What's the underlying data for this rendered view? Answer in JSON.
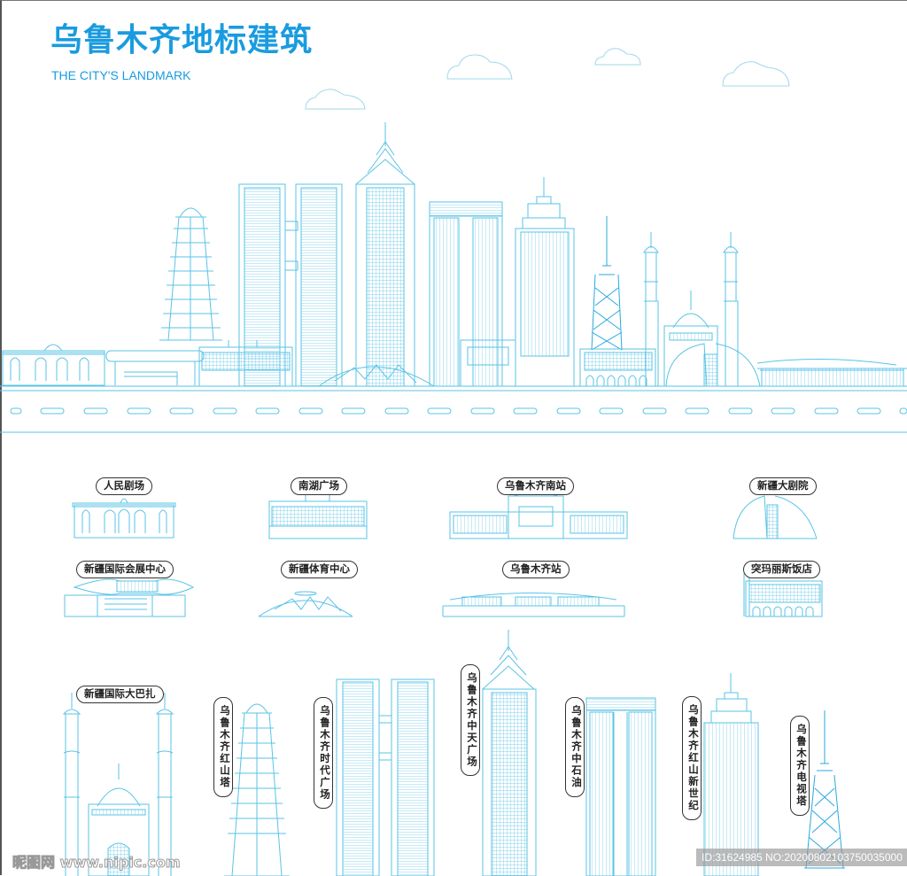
{
  "header": {
    "title": "乌鲁木齐地标建筑",
    "subtitle": "THE CITY'S LANDMARK"
  },
  "colors": {
    "accent": "#1a9be0",
    "line": "#5ac3e6",
    "label_border": "#333333"
  },
  "landmarks_row1": [
    {
      "label": "人民剧场"
    },
    {
      "label": "南湖广场"
    },
    {
      "label": "乌鲁木齐南站"
    },
    {
      "label": "新疆大剧院"
    }
  ],
  "landmarks_row2": [
    {
      "label": "新疆国际会展中心"
    },
    {
      "label": "新疆体育中心"
    },
    {
      "label": "乌鲁木齐站"
    },
    {
      "label": "突玛丽斯饭店"
    }
  ],
  "landmarks_row3": [
    {
      "label": "新疆国际大巴扎"
    },
    {
      "label": "乌鲁木齐红山塔"
    },
    {
      "label": "乌鲁木齐时代广场"
    },
    {
      "label": "乌鲁木齐中天广场"
    },
    {
      "label": "乌鲁木齐中石油"
    },
    {
      "label": "乌鲁木齐红山新世纪"
    },
    {
      "label": "乌鲁木齐电视塔"
    }
  ],
  "watermarks": {
    "site": "昵图网 www.nipic.com",
    "id_text": "ID:31624985 NO:20200802103750035000"
  }
}
